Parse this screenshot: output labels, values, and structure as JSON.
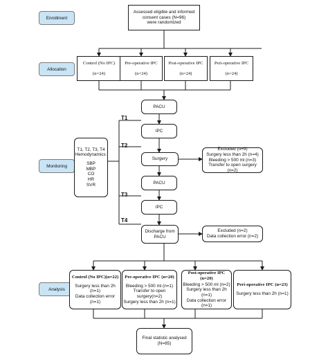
{
  "stages": {
    "enrollment": "Enrollment",
    "allocation": "Allocation",
    "monitoring": "Monitoring",
    "analysis": "Analysis"
  },
  "enrollment_box": {
    "line1": "Assessed eligible and informed",
    "line2": "consent cases  (N=96)",
    "line3": "were randomized"
  },
  "allocation_groups": [
    {
      "name": "Control (No IPC)",
      "n": "(n=24)"
    },
    {
      "name": "Pre-operative IPC",
      "n": "(n=24)"
    },
    {
      "name": "Post-operative IPC",
      "n": "(n=24)"
    },
    {
      "name": "Peri-operative IPC",
      "n": "(n=24)"
    }
  ],
  "monitoring_box": {
    "timepoints": "T1,   T2,   T3,   T4",
    "hemo": "Hemodynamics:",
    "params": [
      "SBP",
      "MBP",
      "CO",
      "HR",
      "SVR"
    ]
  },
  "timeline": {
    "t1": "T1",
    "t2": "T2",
    "t3": "T3",
    "t4": "T4",
    "pacu1": "PACU",
    "ipc1": "IPC",
    "surgery": "Surgery",
    "pacu2": "PACU",
    "ipc2": "IPC",
    "discharge": "Discharge from PACU"
  },
  "excluded_surgery": {
    "title": "Excluded (n=9)",
    "lines": [
      "Surgery less than 2h (n=4)",
      "Bleeding > 500 ml (n=3)",
      "Transfer to open surgery (n=2)"
    ]
  },
  "excluded_discharge": {
    "title": "Excluded (n=2)",
    "lines": [
      "Data collection error (n=2)"
    ]
  },
  "analysis_groups": [
    {
      "title": "Control (No IPC)(n=22)",
      "lines": [
        "Surgery less than 2h (n=1)",
        "Data collection error (n=1)"
      ]
    },
    {
      "title": "Pre-operative IPC (n=20)",
      "lines": [
        "Bleeding > 500 ml (n=1)",
        "Transfer to open surgery(n=2)",
        "Surgery less than 2h (n=1)"
      ]
    },
    {
      "title": "Post-operative IPC (n=20)",
      "lines": [
        "Bleeding > 500 ml (n=2)",
        "Surgery less than 2h (n=1)",
        "Data collection error (n=1)"
      ]
    },
    {
      "title": "Peri-operative IPC (n=23)",
      "lines": [
        "Surgery less than 2h (n=1)"
      ]
    }
  ],
  "final_box": {
    "line1": "Final statistic analysed",
    "line2": "(N=85)"
  },
  "colors": {
    "stage_fill": "#c9e4f5",
    "line": "#1a1a1a"
  }
}
